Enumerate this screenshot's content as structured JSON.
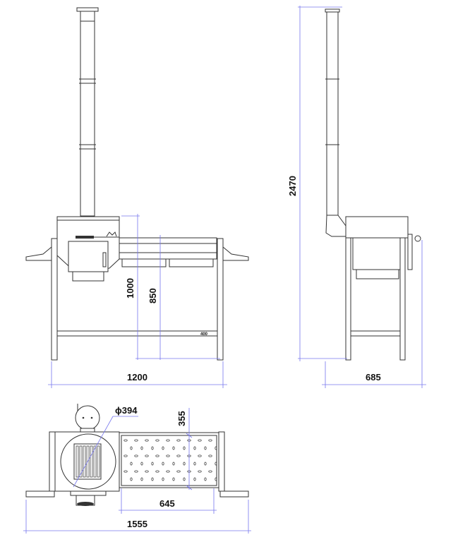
{
  "drawing": {
    "front_view": {
      "height_to_top_label": "1000",
      "table_height_label": "850",
      "width_label": "1200",
      "crossbar_marking": "400"
    },
    "side_view": {
      "total_height_label": "2470",
      "depth_label": "685"
    },
    "top_view": {
      "firebox_diameter_label": "ϕ394",
      "grill_depth_label": "355",
      "grill_width_label": "645",
      "overall_width_label": "1555"
    },
    "colors": {
      "line": "#333333",
      "dimension": "#7777ee"
    }
  }
}
